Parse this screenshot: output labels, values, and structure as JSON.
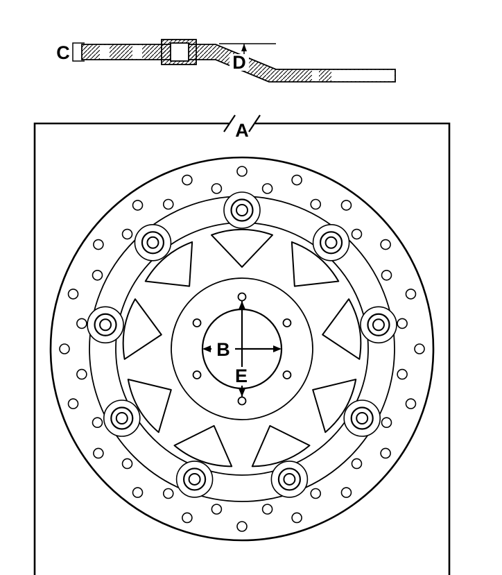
{
  "diagram": {
    "type": "technical-drawing",
    "subject": "floating brake disc with dimension callouts",
    "labels": {
      "outer_diameter": "A",
      "center_bore": "B",
      "disc_thickness": "C",
      "offset_height": "D",
      "bolt_circle": "E"
    },
    "features": {
      "floating_bobbin_count": 9,
      "hub_bolt_hole_count": 6,
      "drill_hole_rows": 2
    },
    "colors": {
      "line": "#000000",
      "background": "#ffffff"
    }
  }
}
